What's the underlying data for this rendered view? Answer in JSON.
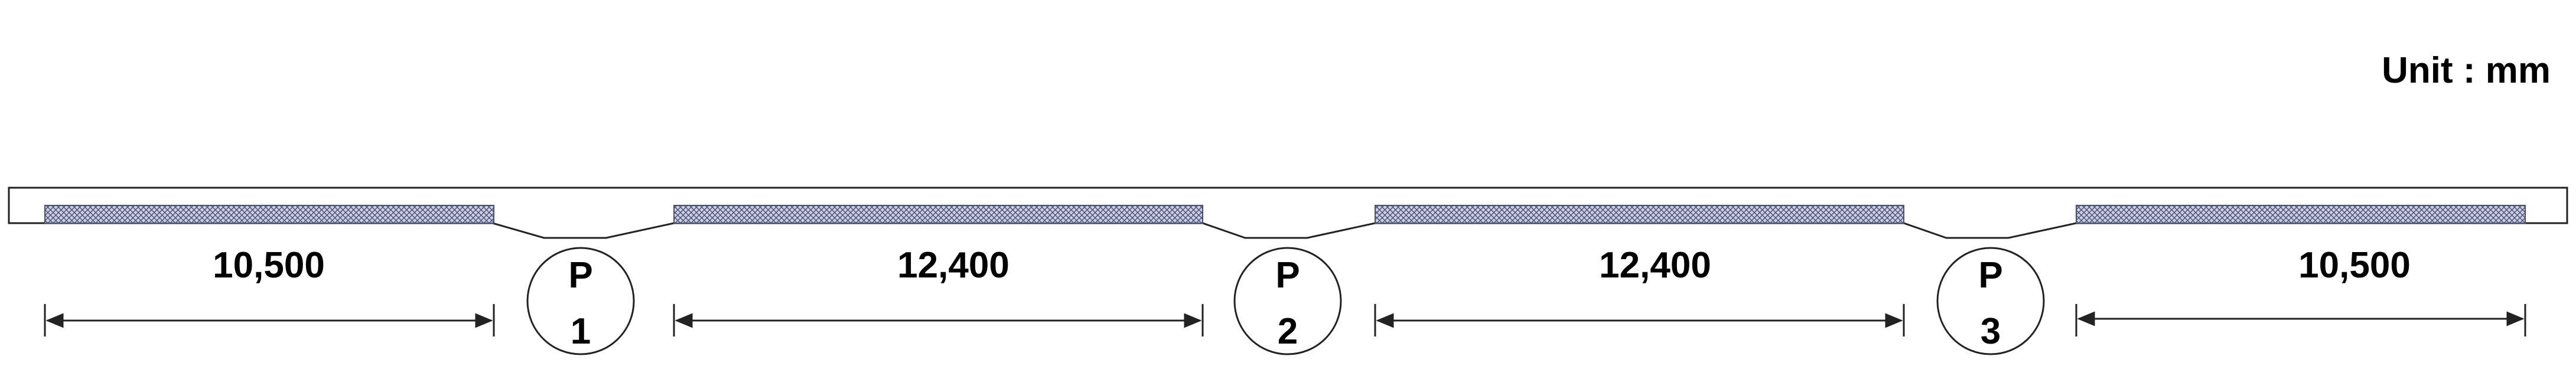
{
  "unit_label": "Unit : mm",
  "spans": [
    {
      "label": "10,500",
      "length_mm": 10500
    },
    {
      "label": "12,400",
      "length_mm": 12400
    },
    {
      "label": "12,400",
      "length_mm": 12400
    },
    {
      "label": "10,500",
      "length_mm": 10500
    }
  ],
  "piers": [
    {
      "letter": "P",
      "number": "1"
    },
    {
      "letter": "P",
      "number": "2"
    },
    {
      "letter": "P",
      "number": "3"
    }
  ],
  "colors": {
    "line": "#222222",
    "hatch_fill": "#c8cfe6",
    "hatch_stroke": "#4a4f6a",
    "text": "#000000"
  }
}
